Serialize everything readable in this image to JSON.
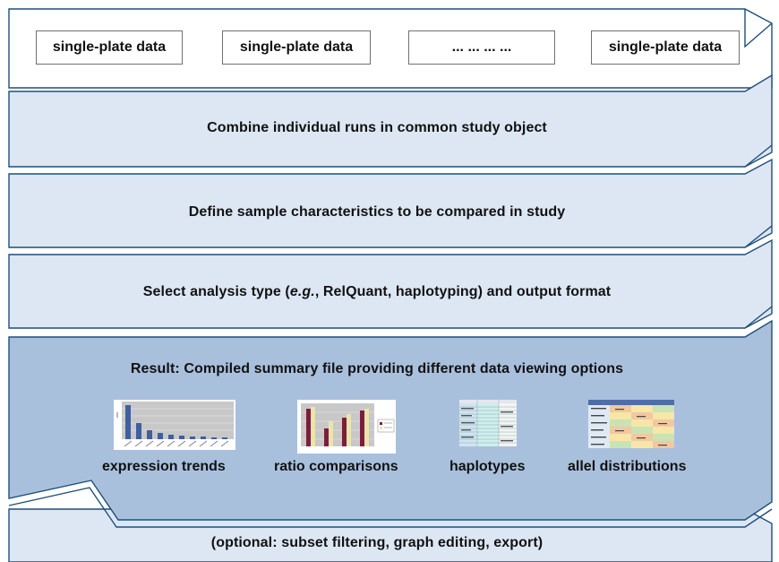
{
  "plates": [
    "single-plate data",
    "single-plate data",
    "... ... ... ...",
    "single-plate data"
  ],
  "steps": {
    "combine": "Combine individual runs in common study object",
    "define": "Define sample characteristics to be compared in study",
    "select_prefix": "Select analysis type (",
    "select_italic": "e.g.",
    "select_suffix": ", RelQuant, haplotyping) and output format",
    "result": "Result: Compiled summary file providing different data viewing options",
    "optional": "(optional: subset filtering, graph editing, export)"
  },
  "views": [
    {
      "icon": "bar-chart-thumbnail-icon",
      "label": "expression trends"
    },
    {
      "icon": "grouped-bar-chart-thumbnail-icon",
      "label": "ratio comparisons"
    },
    {
      "icon": "table-thumbnail-icon",
      "label": "haplotypes"
    },
    {
      "icon": "heatmap-table-thumbnail-icon",
      "label": "allel distributions"
    }
  ],
  "colors": {
    "panel_light": "#dde7f4",
    "panel_result": "#a9c0dd",
    "border": "#1f4e79",
    "plate_border": "#707070"
  }
}
